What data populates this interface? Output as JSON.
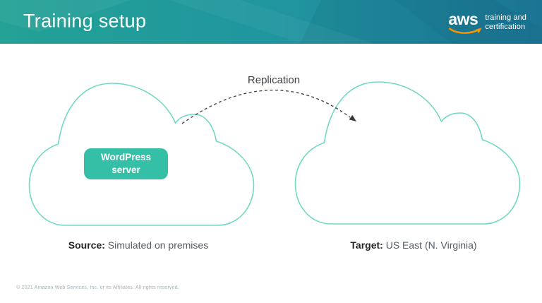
{
  "header": {
    "title": "Training setup",
    "logo": {
      "wordmark": "aws",
      "tagline_line1": "training and",
      "tagline_line2": "certification"
    }
  },
  "diagram": {
    "replication_label": "Replication",
    "wordpress_box": {
      "line1": "WordPress",
      "line2": "server"
    },
    "source_caption": {
      "label": "Source:",
      "value": "Simulated on premises"
    },
    "target_caption": {
      "label": "Target:",
      "value": "US East (N. Virginia)"
    }
  },
  "footer": {
    "copyright": "© 2021 Amazon Web Services, Inc. or its Affiliates. All rights reserved."
  },
  "colors": {
    "header_gradient_left": "#23a295",
    "header_gradient_right": "#1e7b9b",
    "cloud_outline": "#72d8c4",
    "wordpress_box_bg": "#36bfa7",
    "aws_smile_orange": "#f79400",
    "arrow_gray": "#4a4a4a",
    "title_text": "#ffffff",
    "caption_bold_text": "#232629",
    "caption_value_text": "#545b64",
    "footer_text": "#a7b1b5"
  }
}
